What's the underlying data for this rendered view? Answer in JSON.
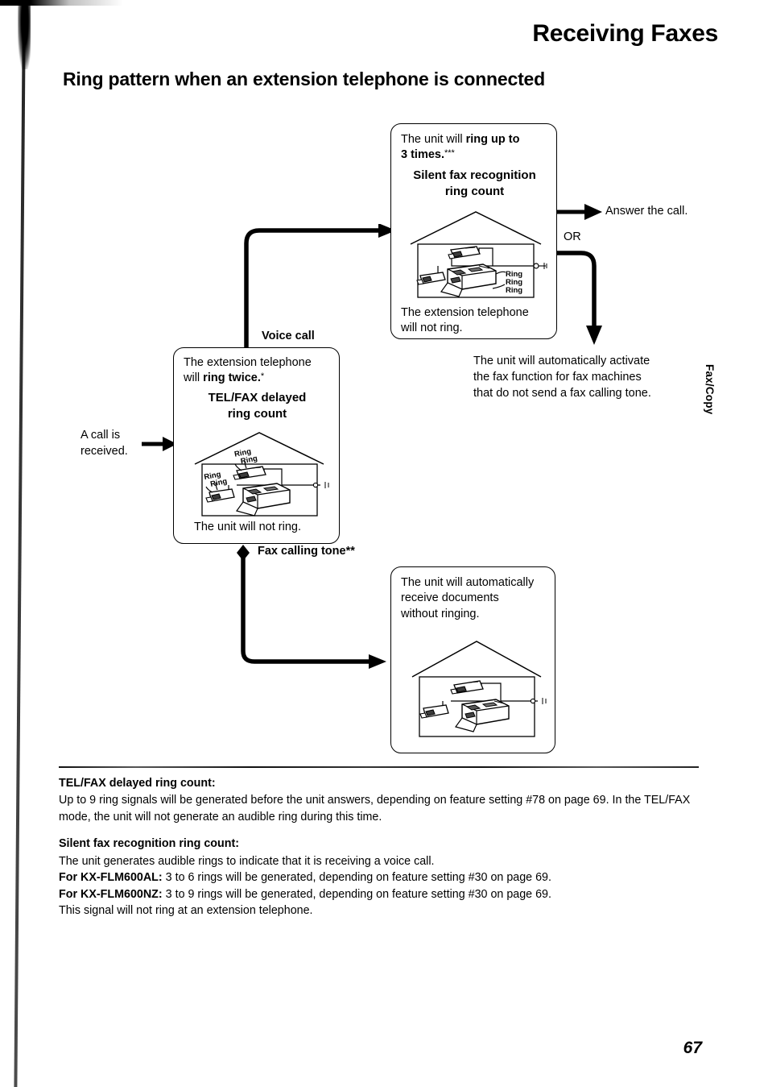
{
  "header": {
    "title": "Receiving Faxes",
    "section_heading": "Ring pattern when an extension telephone is connected"
  },
  "side_tab": {
    "label": "Fax/Copy"
  },
  "entry": {
    "label_line1": "A call is",
    "label_line2": "received."
  },
  "branch_labels": {
    "voice_call": "Voice call",
    "fax_calling_tone": "Fax calling tone**"
  },
  "boxes": {
    "silent_fax": {
      "intro_plain": "The unit will ",
      "intro_bold": "ring up to",
      "intro_line2_bold": "3 times.",
      "intro_line2_sup": "***",
      "heading_line1": "Silent fax recognition",
      "heading_line2": "ring count",
      "illustration_ring_labels": [
        "Ring",
        "Ring",
        "Ring"
      ],
      "caption_line1": "The extension telephone",
      "caption_line2": "will not ring."
    },
    "telfax_delayed": {
      "intro_line1": "The extension telephone",
      "intro_line2_plain": "will ",
      "intro_line2_bold": "ring twice.",
      "intro_line2_sup": "*",
      "heading_line1": "TEL/FAX delayed",
      "heading_line2": "ring count",
      "illustration_ring_labels_phone_top": [
        "Ring",
        "Ring"
      ],
      "illustration_ring_labels_phone_left": [
        "Ring",
        "Ring"
      ],
      "caption_line1": "The unit will not ring."
    },
    "auto_receive": {
      "intro_line1": "The unit will automatically",
      "intro_line2": "receive documents",
      "intro_line3": "without ringing."
    }
  },
  "outcomes": {
    "answer_the_call": "Answer the call.",
    "or": "OR",
    "auto_activate_line1": "The unit will automatically activate",
    "auto_activate_line2": "the fax function for fax machines",
    "auto_activate_line3": "that do not send a fax calling tone."
  },
  "footnotes": [
    {
      "term": "TEL/FAX delayed ring count:",
      "lines": [
        "Up to 9 ring signals will be generated before the unit answers, depending on feature setting #78 on page 69. In",
        "the TEL/FAX mode, the unit will not generate an audible ring during this time."
      ]
    },
    {
      "term": "Silent fax recognition ring count:",
      "lines": [
        "The unit generates audible rings to indicate that it is receiving a voice call."
      ],
      "models": [
        {
          "label": "For KX-FLM600AL:",
          "text": "3 to 6 rings will be generated, depending on feature setting #30 on page 69."
        },
        {
          "label": "For KX-FLM600NZ:",
          "text": "3 to 9 rings will be generated, depending on feature setting #30 on page 69."
        }
      ],
      "closing": "This signal will not ring at an extension telephone."
    }
  ],
  "page_number": "67"
}
